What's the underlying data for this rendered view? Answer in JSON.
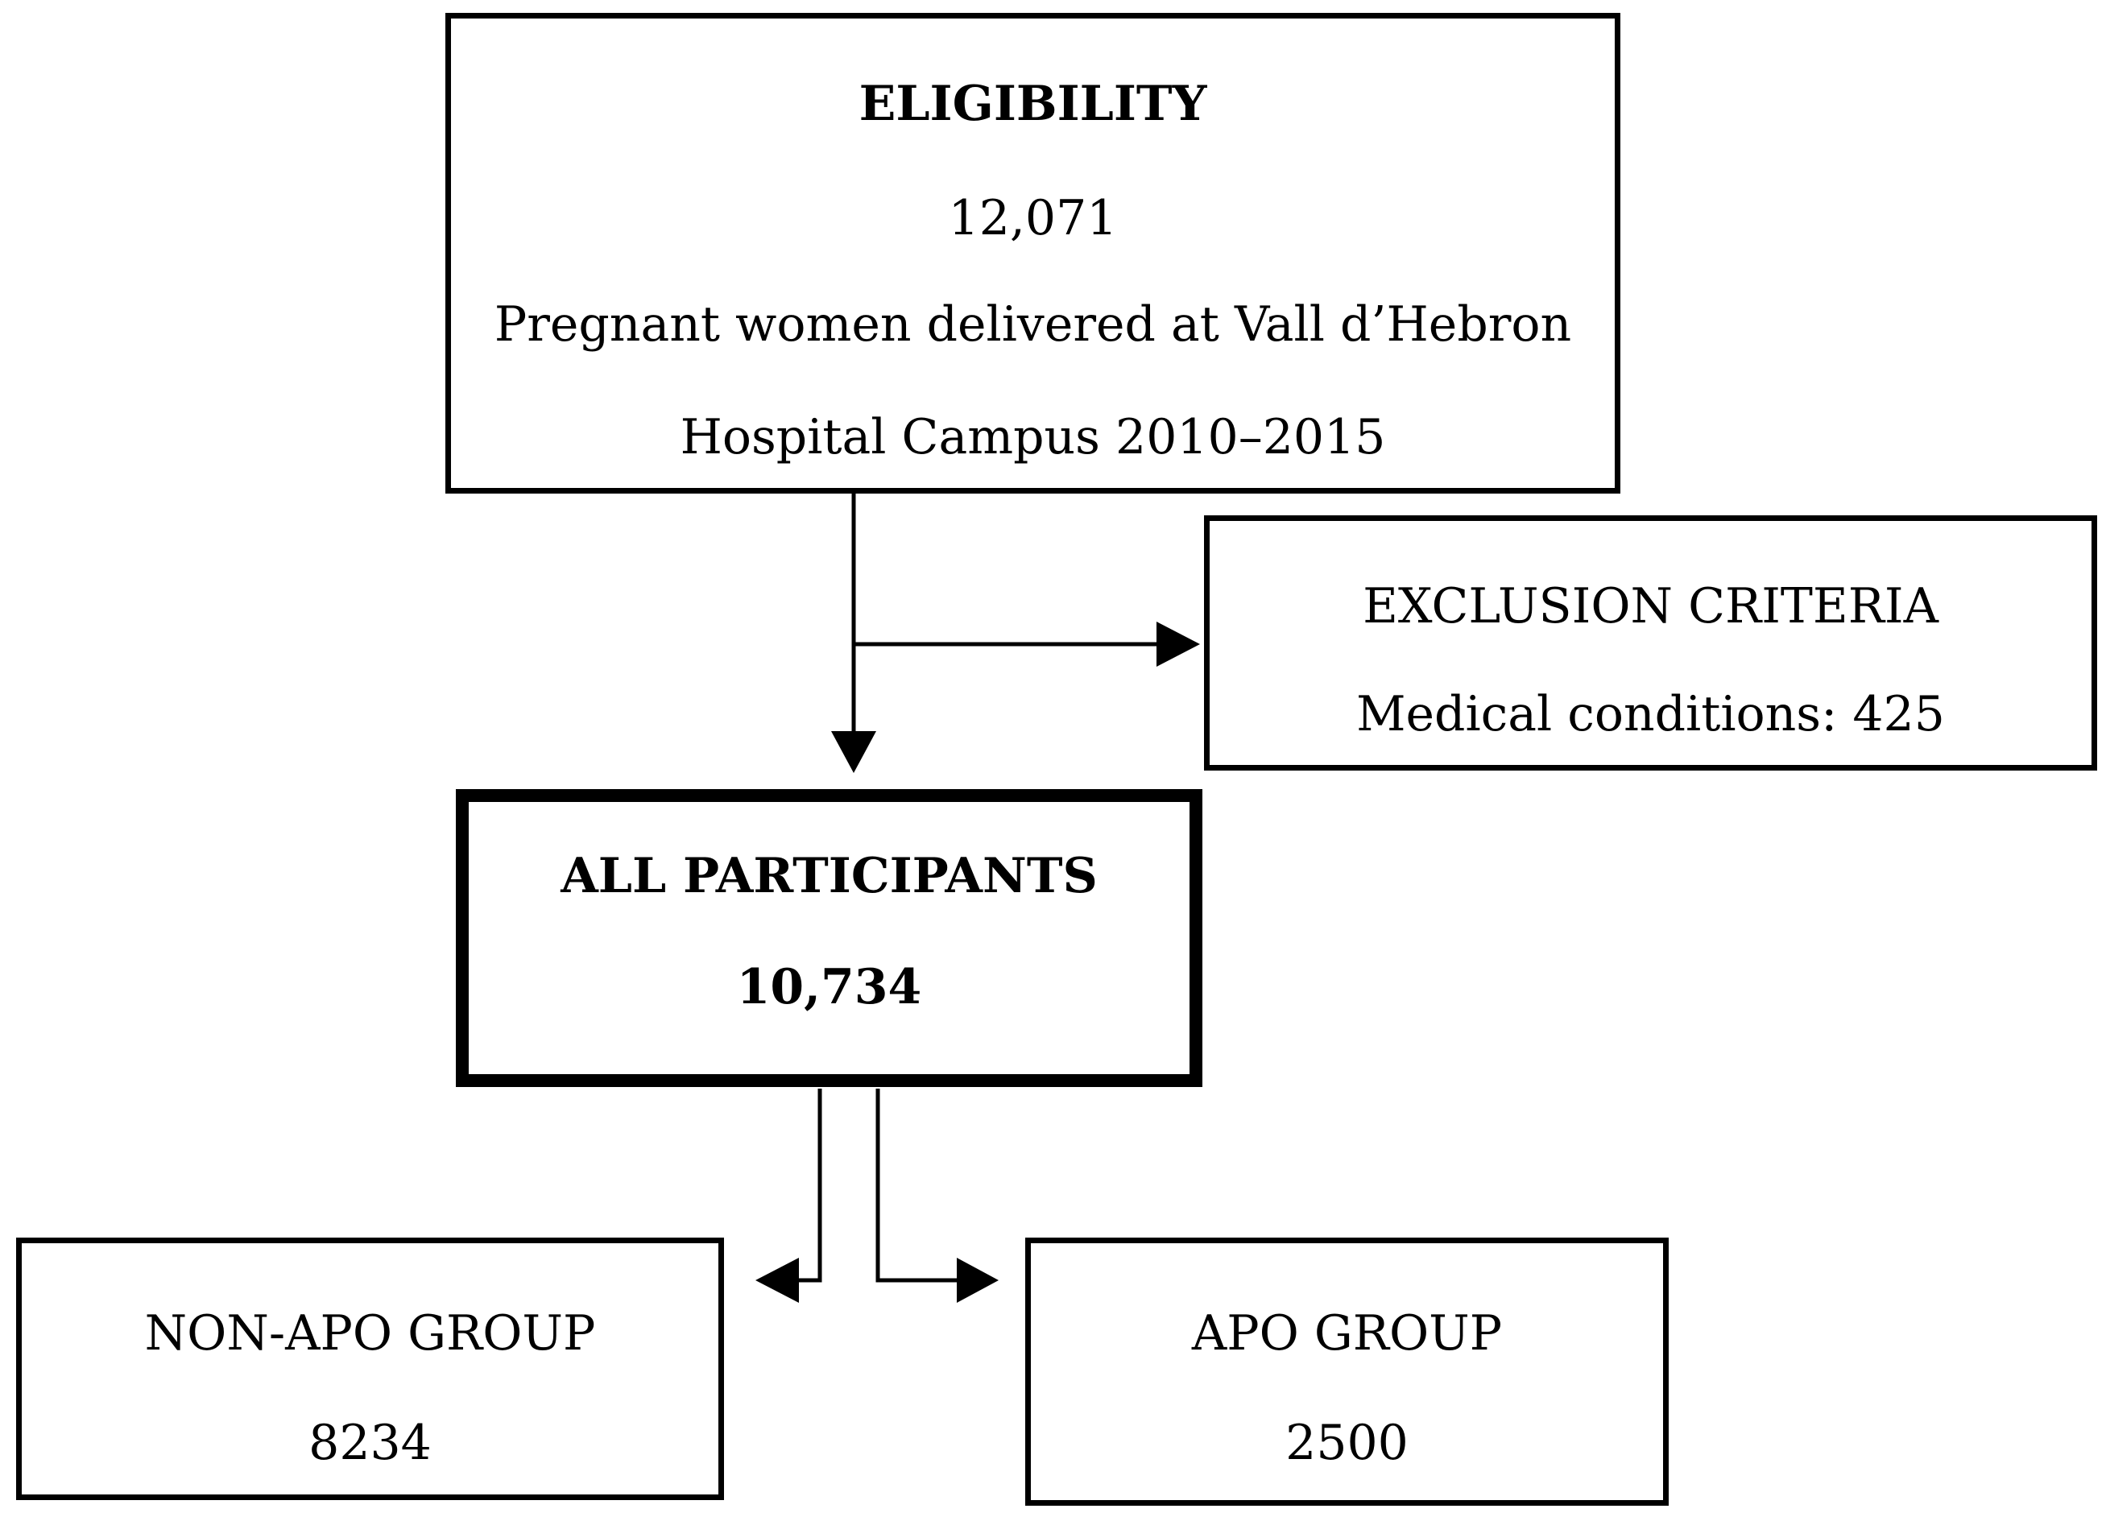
{
  "eligibility": {
    "heading": "ELIGIBILITY",
    "count": "12,071",
    "description_line1": "Pregnant women delivered at Vall d’Hebron",
    "description_line2": "Hospital Campus 2010–2015"
  },
  "exclusion": {
    "heading": "EXCLUSION CRITERIA",
    "detail": "Medical conditions: 425"
  },
  "all_participants": {
    "heading": "ALL PARTICIPANTS",
    "count": "10,734"
  },
  "non_apo_group": {
    "heading": "NON-APO GROUP",
    "count": "8234"
  },
  "apo_group": {
    "heading": "APO GROUP",
    "count": "2500"
  }
}
